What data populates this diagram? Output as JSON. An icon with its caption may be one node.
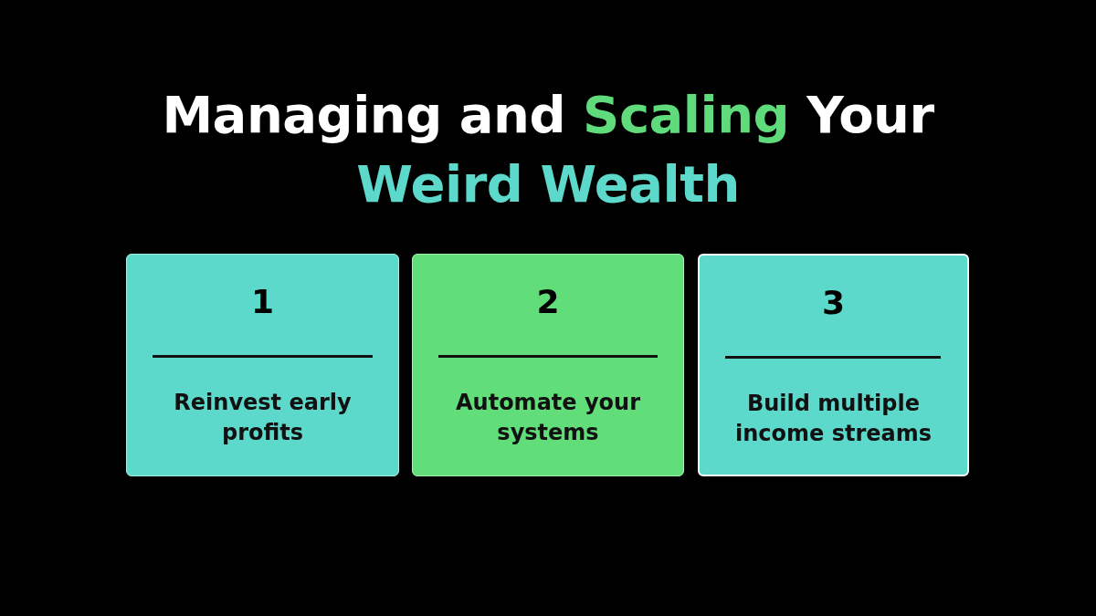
{
  "diagram": {
    "title": "Managing and Scaling Your Weird Wealth",
    "nodes": [
      {
        "text": [
          "1",
          "Reinvest early profits"
        ]
      },
      {
        "text": [
          "2",
          "Automate your systems"
        ]
      },
      {
        "text": [
          "3",
          "Build multiple income streams"
        ]
      }
    ]
  }
}
